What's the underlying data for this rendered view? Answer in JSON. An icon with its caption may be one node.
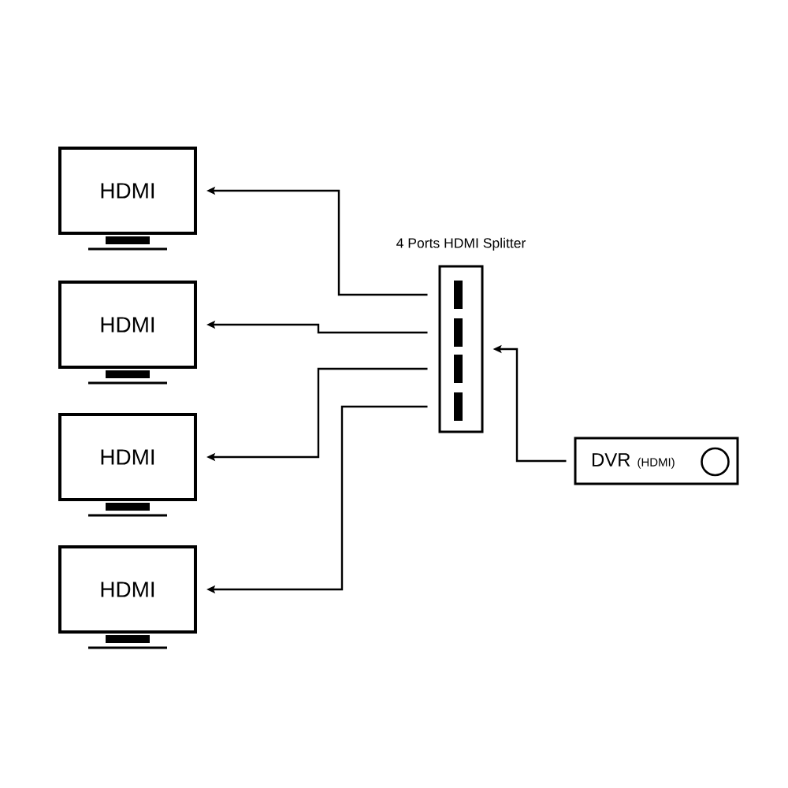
{
  "diagram": {
    "nodes": [
      {
        "text": [
          "HDMI"
        ]
      },
      {
        "text": [
          "HDMI"
        ]
      },
      {
        "text": [
          "HDMI"
        ]
      },
      {
        "text": [
          "HDMI"
        ]
      },
      {
        "text": [
          "4 Ports HDMI Splitter"
        ]
      },
      {
        "text": [
          "DVR",
          "(HDMI)"
        ]
      }
    ],
    "edges": [
      {
        "from": 4,
        "to": 0,
        "arrow": "to"
      },
      {
        "from": 4,
        "to": 1,
        "arrow": "to"
      },
      {
        "from": 4,
        "to": 2,
        "arrow": "to"
      },
      {
        "from": 4,
        "to": 3,
        "arrow": "to"
      },
      {
        "from": 5,
        "to": 4,
        "arrow": "to"
      }
    ]
  }
}
